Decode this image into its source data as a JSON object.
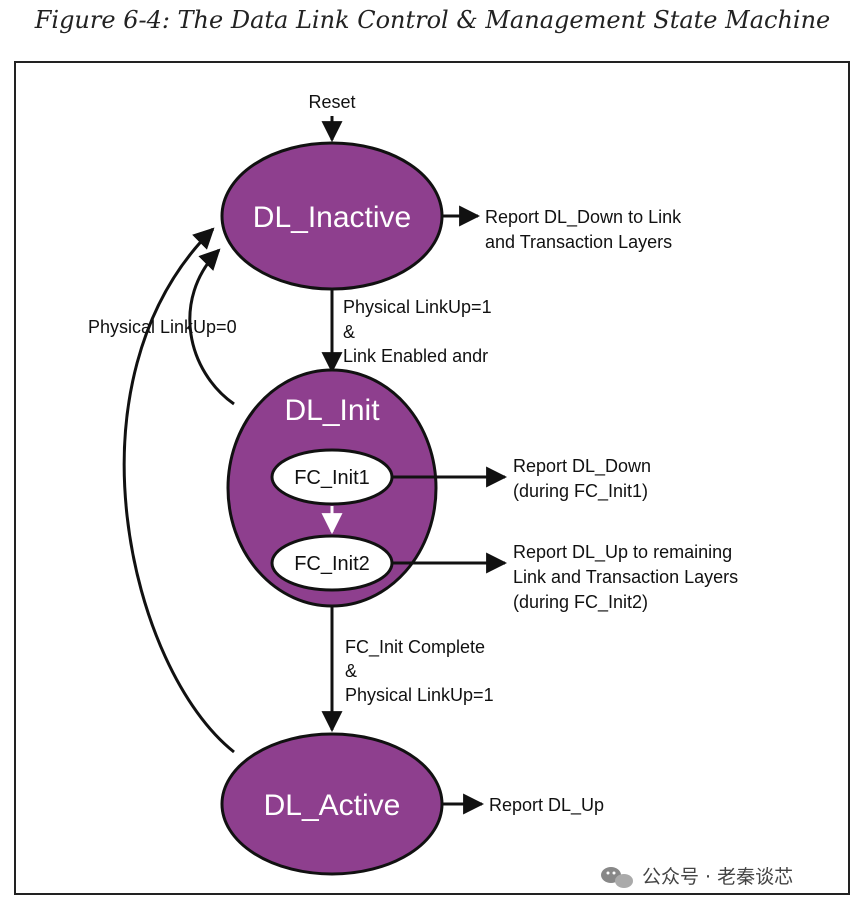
{
  "caption": "Figure 6-4: The Data Link Control & Management State Machine",
  "colors": {
    "state_fill": "#8e3f8e",
    "stroke": "#111111"
  },
  "states": {
    "inactive": "DL_Inactive",
    "init": "DL_Init",
    "active": "DL_Active",
    "fc_init1": "FC_Init1",
    "fc_init2": "FC_Init2"
  },
  "labels": {
    "reset": "Reset",
    "report_down_line1": "Report DL_Down to Link",
    "report_down_line2": "and Transaction Layers",
    "linkup1_line1": "Physical LinkUp=1",
    "linkup1_line2": "&",
    "linkup1_line3": "Link Enabled andr",
    "linkup0": "Physical LinkUp=0",
    "fc1_report_line1": "Report DL_Down",
    "fc1_report_line2": "(during FC_Init1)",
    "fc2_report_line1": "Report DL_Up to remaining",
    "fc2_report_line2": "Link and Transaction Layers",
    "fc2_report_line3": "(during FC_Init2)",
    "complete_line1": "FC_Init Complete",
    "complete_line2": "&",
    "complete_line3": "Physical LinkUp=1",
    "report_up": "Report DL_Up"
  },
  "watermark": {
    "icon": "wechat-icon",
    "text": "公众号 · 老秦谈芯"
  }
}
